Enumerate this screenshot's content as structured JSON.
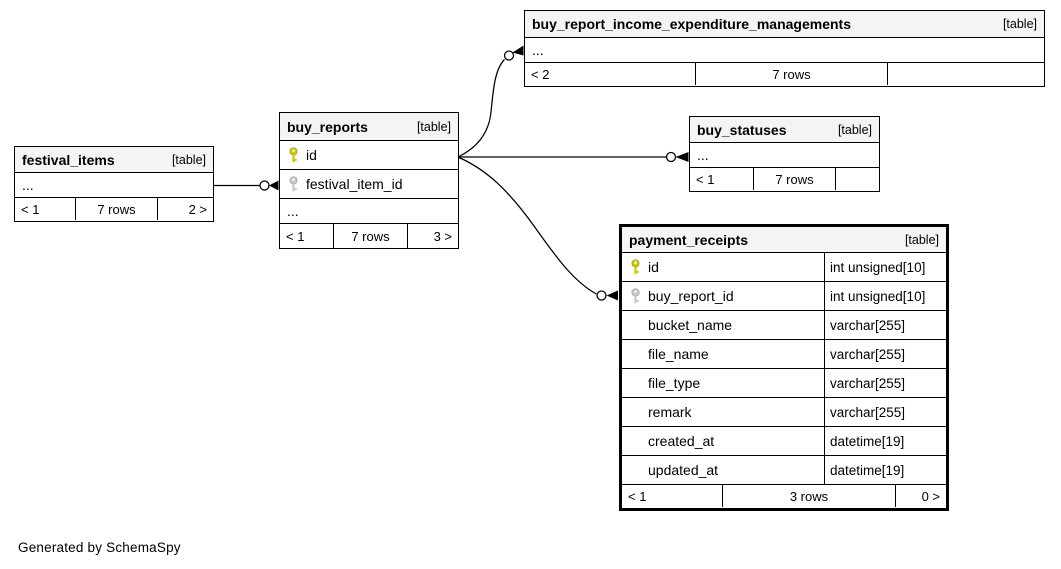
{
  "page": {
    "generator_note": "Generated by SchemaSpy"
  },
  "colors": {
    "pk_key": "#cccc00",
    "fk_key": "#c8c8c8",
    "header_bg": "#f4f4f4",
    "line": "#000000",
    "background": "#ffffff"
  },
  "tables": {
    "festival_items": {
      "name": "festival_items",
      "tag": "[table]",
      "columns": [
        {
          "name": "..."
        }
      ],
      "footer": {
        "left": "< 1",
        "center": "7 rows",
        "right": "2 >"
      }
    },
    "buy_reports": {
      "name": "buy_reports",
      "tag": "[table]",
      "columns": [
        {
          "name": "id",
          "key": "pk"
        },
        {
          "name": "festival_item_id",
          "key": "fk"
        },
        {
          "name": "..."
        }
      ],
      "footer": {
        "left": "< 1",
        "center": "7 rows",
        "right": "3 >"
      }
    },
    "buy_report_income_expenditure_managements": {
      "name": "buy_report_income_expenditure_managements",
      "tag": "[table]",
      "columns": [
        {
          "name": "..."
        }
      ],
      "footer": {
        "left": "< 2",
        "center": "7 rows",
        "right": ""
      }
    },
    "buy_statuses": {
      "name": "buy_statuses",
      "tag": "[table]",
      "columns": [
        {
          "name": "..."
        }
      ],
      "footer": {
        "left": "< 1",
        "center": "7 rows",
        "right": ""
      }
    },
    "payment_receipts": {
      "name": "payment_receipts",
      "tag": "[table]",
      "columns": [
        {
          "name": "id",
          "key": "pk",
          "type": "int unsigned[10]"
        },
        {
          "name": "buy_report_id",
          "key": "fk",
          "type": "int unsigned[10]"
        },
        {
          "name": "bucket_name",
          "type": "varchar[255]"
        },
        {
          "name": "file_name",
          "type": "varchar[255]"
        },
        {
          "name": "file_type",
          "type": "varchar[255]"
        },
        {
          "name": "remark",
          "type": "varchar[255]"
        },
        {
          "name": "created_at",
          "type": "datetime[19]"
        },
        {
          "name": "updated_at",
          "type": "datetime[19]"
        }
      ],
      "footer": {
        "left": "< 1",
        "center": "3 rows",
        "right": "0 >"
      }
    }
  },
  "relationships": [
    {
      "from": "buy_reports.festival_item_id",
      "to": "festival_items"
    },
    {
      "from": "buy_report_income_expenditure_managements",
      "to": "buy_reports.id"
    },
    {
      "from": "buy_statuses",
      "to": "buy_reports.id"
    },
    {
      "from": "payment_receipts.buy_report_id",
      "to": "buy_reports.id"
    }
  ]
}
